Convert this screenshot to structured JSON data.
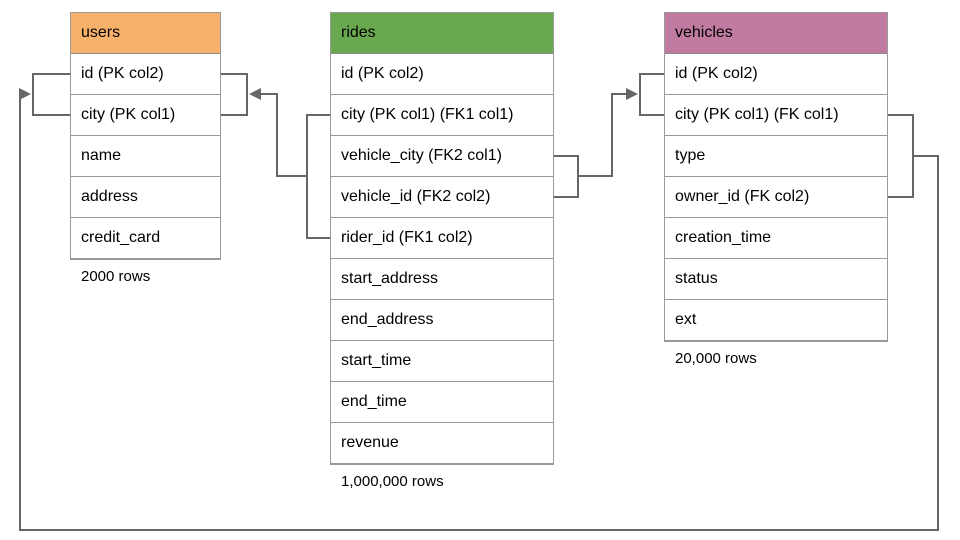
{
  "diagram": {
    "tables": [
      {
        "name": "users",
        "header_color": "#F6B26B",
        "columns": [
          "id (PK col2)",
          "city (PK col1)",
          "name",
          "address",
          "credit_card"
        ],
        "row_count": "2000 rows"
      },
      {
        "name": "rides",
        "header_color": "#6AA84F",
        "columns": [
          "id (PK col2)",
          "city (PK col1) (FK1 col1)",
          "vehicle_city (FK2 col1)",
          "vehicle_id (FK2 col2)",
          "rider_id (FK1 col2)",
          "start_address",
          "end_address",
          "start_time",
          "end_time",
          "revenue"
        ],
        "row_count": "1,000,000 rows"
      },
      {
        "name": "vehicles",
        "header_color": "#C27BA0",
        "columns": [
          "id (PK col2)",
          "city (PK col1) (FK col1)",
          "type",
          "owner_id (FK col2)",
          "creation_time",
          "status",
          "ext"
        ],
        "row_count": "20,000 rows"
      }
    ],
    "relationships": [
      {
        "label": "FK1",
        "from_table": "rides",
        "from_columns": [
          "city",
          "rider_id"
        ],
        "to_table": "users",
        "to_columns": [
          "id",
          "city"
        ]
      },
      {
        "label": "FK2",
        "from_table": "rides",
        "from_columns": [
          "vehicle_city",
          "vehicle_id"
        ],
        "to_table": "vehicles",
        "to_columns": [
          "id",
          "city"
        ]
      },
      {
        "label": "FK",
        "from_table": "vehicles",
        "from_columns": [
          "city",
          "owner_id"
        ],
        "to_table": "users",
        "to_columns": [
          "id",
          "city"
        ]
      }
    ],
    "colors": {
      "connector": "#666666",
      "table_border": "#999999",
      "text": "#000000",
      "background": "#FFFFFF"
    }
  }
}
